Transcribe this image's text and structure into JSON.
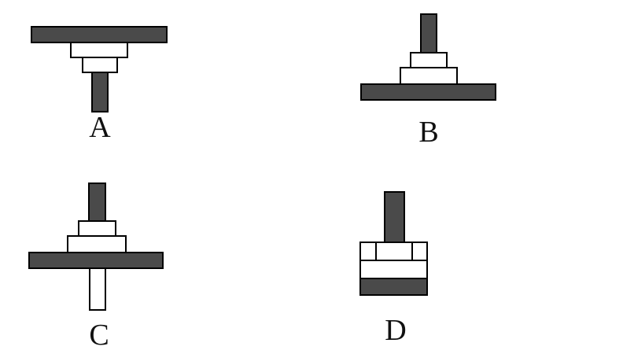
{
  "figures": [
    {
      "id": "A",
      "label": "A"
    },
    {
      "id": "B",
      "label": "B"
    },
    {
      "id": "C",
      "label": "C"
    },
    {
      "id": "D",
      "label": "D"
    }
  ],
  "colors": {
    "dark_fill": "#4a4a4a",
    "light_fill": "#ffffff",
    "outline": "#000000"
  }
}
